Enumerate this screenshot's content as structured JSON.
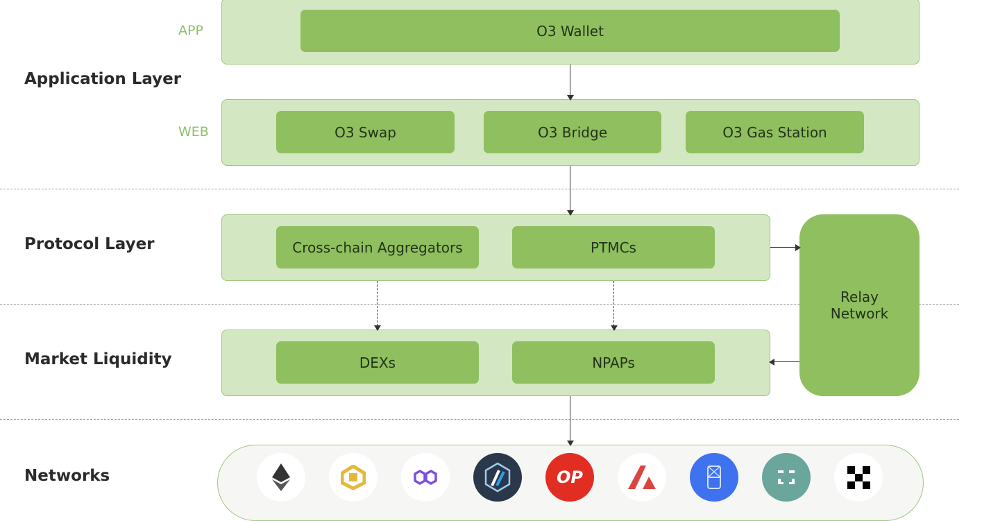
{
  "layers": {
    "application": "Application Layer",
    "protocol": "Protocol Layer",
    "market": "Market Liquidity",
    "networks": "Networks"
  },
  "sublabels": {
    "app": "APP",
    "web": "WEB"
  },
  "app_items": [
    "O3 Wallet"
  ],
  "web_items": [
    "O3 Swap",
    "O3 Bridge",
    "O3 Gas Station"
  ],
  "protocol_items": [
    "Cross-chain Aggregators",
    "PTMCs"
  ],
  "market_items": [
    "DEXs",
    "NPAPs"
  ],
  "relay": {
    "line1": "Relay",
    "line2": "Network"
  },
  "network_icons": [
    "ethereum-icon",
    "bnb-icon",
    "polygon-icon",
    "arbitrum-icon",
    "optimism-icon",
    "avalanche-icon",
    "fantom-icon",
    "cube-icon",
    "okx-icon"
  ],
  "colors": {
    "outer": "#d3e7c2",
    "inner": "#8fbf5e",
    "label": "#8fc06a"
  }
}
